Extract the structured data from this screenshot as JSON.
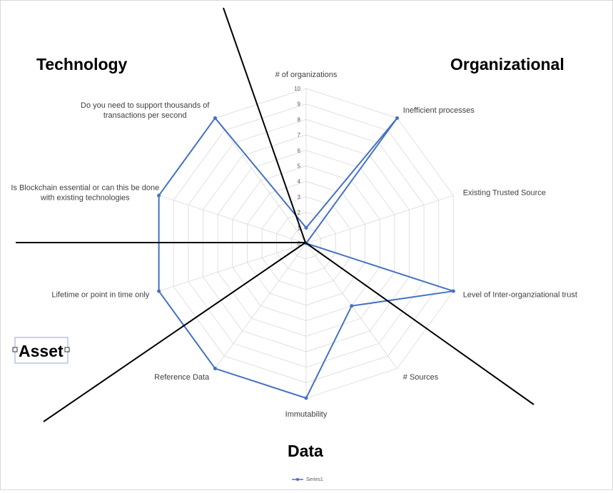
{
  "chart_data": {
    "type": "radar",
    "categories": [
      "# of organizations",
      "Inefficient processes",
      "Existing Trusted Source",
      "Level of Inter-organziational trust",
      "# Sources",
      "Immutability",
      "Reference Data",
      "Lifetime or point in time only",
      "Is Blockchain essential or can this be done with existing technologies",
      "Do you need to support thousands of transactions per second"
    ],
    "category_lines": [
      [
        "# of organizations"
      ],
      [
        "Inefficient processes"
      ],
      [
        "Existing Trusted Source"
      ],
      [
        "Level of Inter-organziational trust"
      ],
      [
        "# Sources"
      ],
      [
        "Immutability"
      ],
      [
        "Reference Data"
      ],
      [
        "Lifetime or point  in time only"
      ],
      [
        "Is Blockchain essential or can this be done",
        "with existing technologies"
      ],
      [
        "Do you  need to support thousands  of",
        "transactions per second"
      ]
    ],
    "series": [
      {
        "name": "Series1",
        "values": [
          1,
          10,
          0,
          10,
          5,
          10,
          10,
          10,
          10,
          10
        ],
        "color": "#4472C4"
      }
    ],
    "ticks": [
      "0",
      "1",
      "2",
      "3",
      "4",
      "5",
      "6",
      "7",
      "8",
      "9",
      "10"
    ],
    "rmax": 10,
    "grid": true,
    "legend_position": "bottom"
  },
  "quadrants": {
    "technology": "Technology",
    "organizational": "Organizational",
    "asset": "Asset",
    "data": "Data"
  },
  "colors": {
    "series": "#4472C4",
    "grid": "#d9d9d9",
    "divider": "#000000"
  }
}
